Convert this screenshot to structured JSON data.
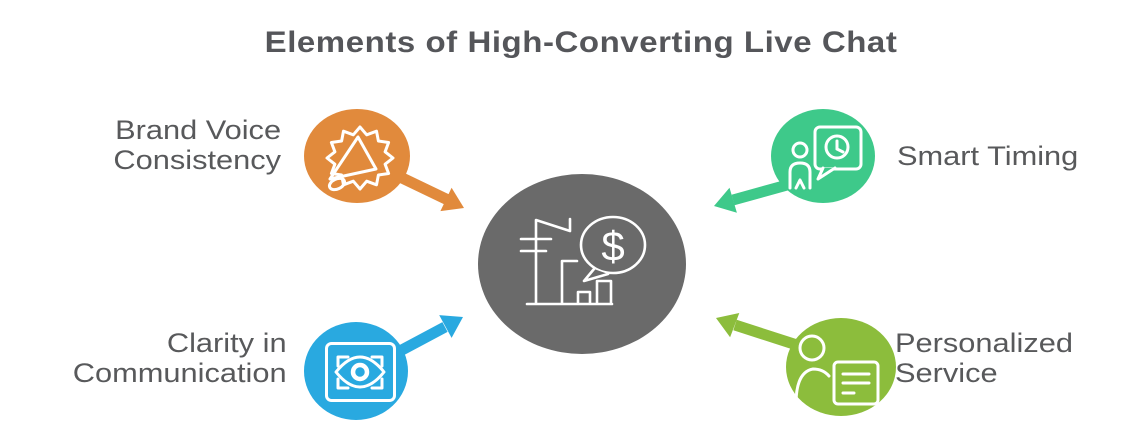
{
  "title": "Elements of High-Converting Live Chat",
  "colors": {
    "background": "#FFFFFF",
    "title_text": "#55565A",
    "label_text": "#58595B",
    "icon_stroke": "#FFFFFF"
  },
  "center": {
    "name": "live-chat-conversion",
    "icon": "storefront-money-chat-icon",
    "dollar_glyph": "$",
    "color": "#6A6A6A"
  },
  "nodes": {
    "brand_voice": {
      "label": "Brand Voice\nConsistency",
      "icon": "megaphone-burst-icon",
      "color": "#E18A3C",
      "position": "top-left"
    },
    "smart_timing": {
      "label": "Smart Timing",
      "icon": "person-chat-clock-icon",
      "color": "#3EC98A",
      "position": "top-right"
    },
    "clarity": {
      "label": "Clarity in\nCommunication",
      "icon": "eye-focus-screen-icon",
      "color": "#29A9E0",
      "position": "bottom-left"
    },
    "personalized": {
      "label": "Personalized\nService",
      "icon": "person-note-icon",
      "color": "#8CBD3C",
      "position": "bottom-right"
    }
  }
}
